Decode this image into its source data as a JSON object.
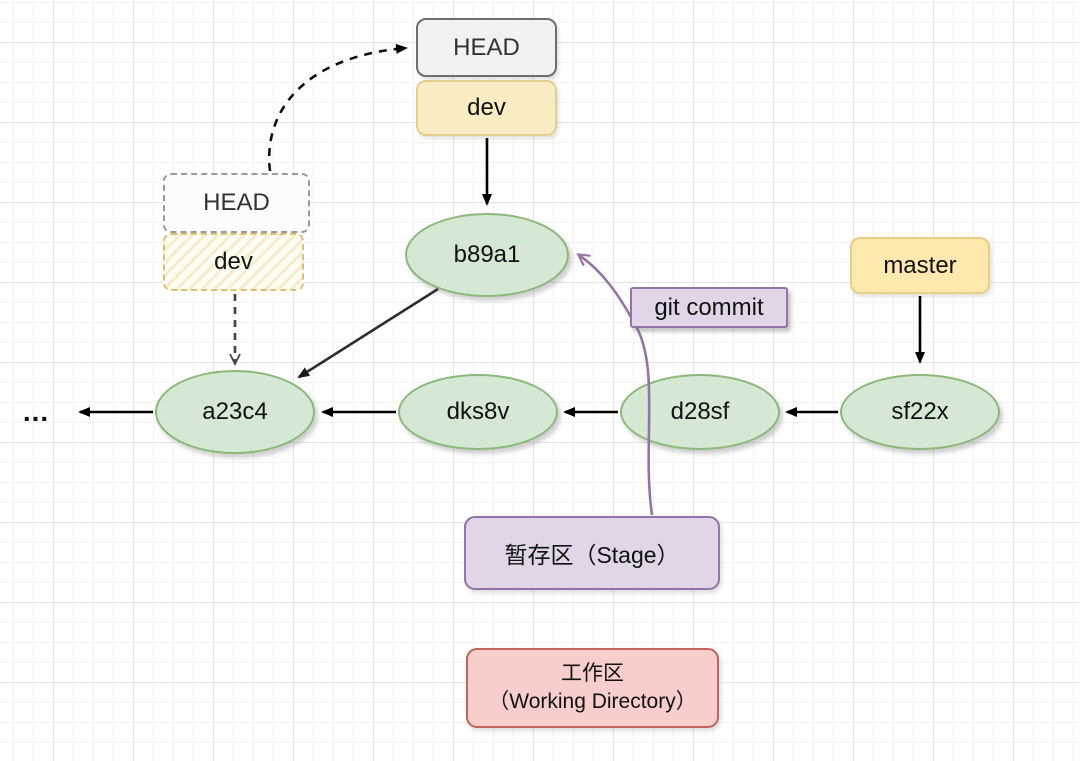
{
  "diagram": {
    "type": "git-commit-graph",
    "head_pointer": {
      "label": "HEAD"
    },
    "dev_branch": {
      "label": "dev"
    },
    "old_head_pointer": {
      "label": "HEAD"
    },
    "old_dev_branch": {
      "label": "dev"
    },
    "master_branch": {
      "label": "master"
    },
    "commits": {
      "b89a1": {
        "label": "b89a1"
      },
      "a23c4": {
        "label": "a23c4"
      },
      "dks8v": {
        "label": "dks8v"
      },
      "d28sf": {
        "label": "d28sf"
      },
      "sf22x": {
        "label": "sf22x"
      }
    },
    "annotations": {
      "git_commit": "git commit",
      "stage": "暂存区（Stage）",
      "working_line1": "工作区",
      "working_line2": "（Working Directory）",
      "ellipsis": "..."
    },
    "colors": {
      "commit_fill": "#d5e8d4",
      "commit_stroke": "#8db87c",
      "branch_fill": "#faedc4",
      "branch_stroke": "#e4cf93",
      "master_fill": "#ffe9ae",
      "head_fill": "#f2f2f2",
      "head_stroke": "#6e6e6e",
      "purple_fill": "#e1d5e7",
      "purple_stroke": "#9673a6",
      "working_fill": "#f8cecc",
      "working_stroke": "#c1625e",
      "solid_arrow": "#000000",
      "dashed_arrow": "#444444",
      "stage_arrow_stroke": "#9673a6",
      "grid_minor": "#f3f3f3",
      "grid_major": "#e4e4e4"
    }
  }
}
